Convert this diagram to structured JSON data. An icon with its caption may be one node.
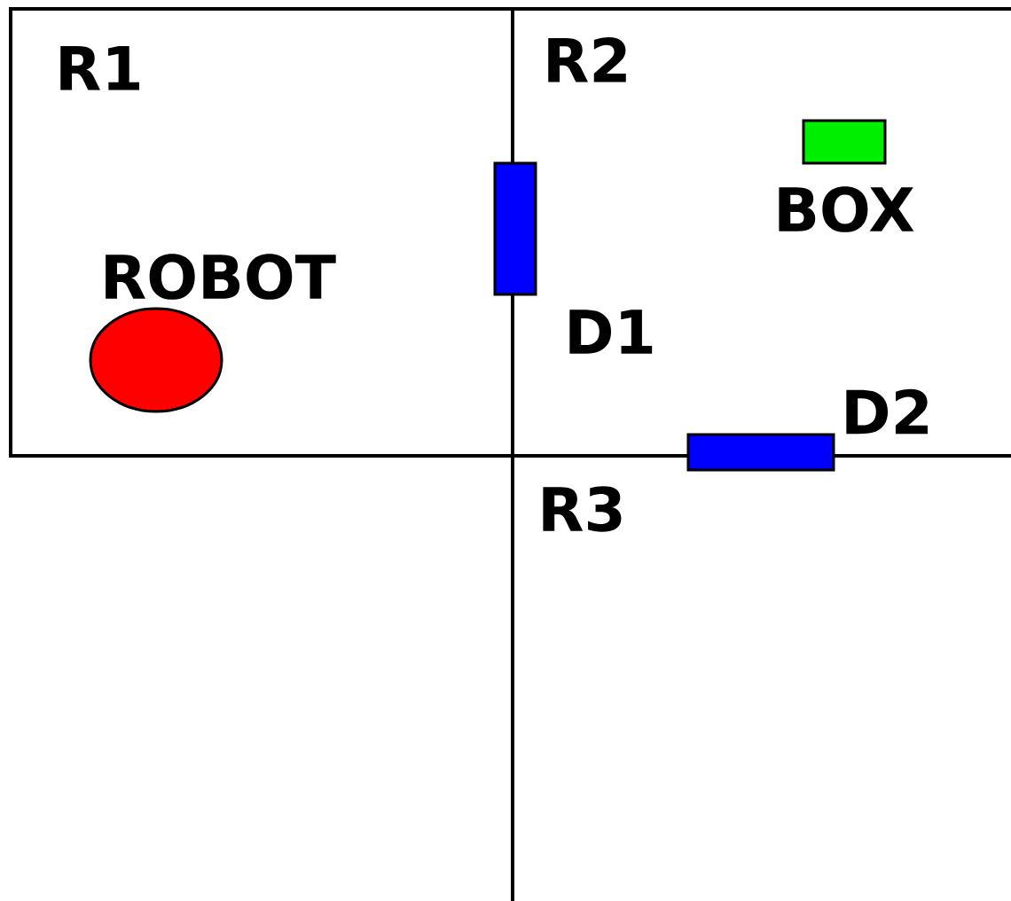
{
  "diagram": {
    "nodes": [
      {
        "text": [
          "R1"
        ]
      },
      {
        "text": [
          "R2"
        ]
      },
      {
        "text": [],
        "shape": "circle",
        "beside": [
          "ROBOT"
        ],
        "in": 0
      },
      {
        "text": [],
        "shape": "box",
        "beside": [
          "BOX"
        ],
        "in": 1
      },
      {
        "text": [],
        "shape": "bar",
        "beside": [
          "D1"
        ]
      },
      {
        "text": [],
        "shape": "bar",
        "beside": [
          "D2"
        ]
      }
    ],
    "labels": [
      "R3"
    ]
  }
}
